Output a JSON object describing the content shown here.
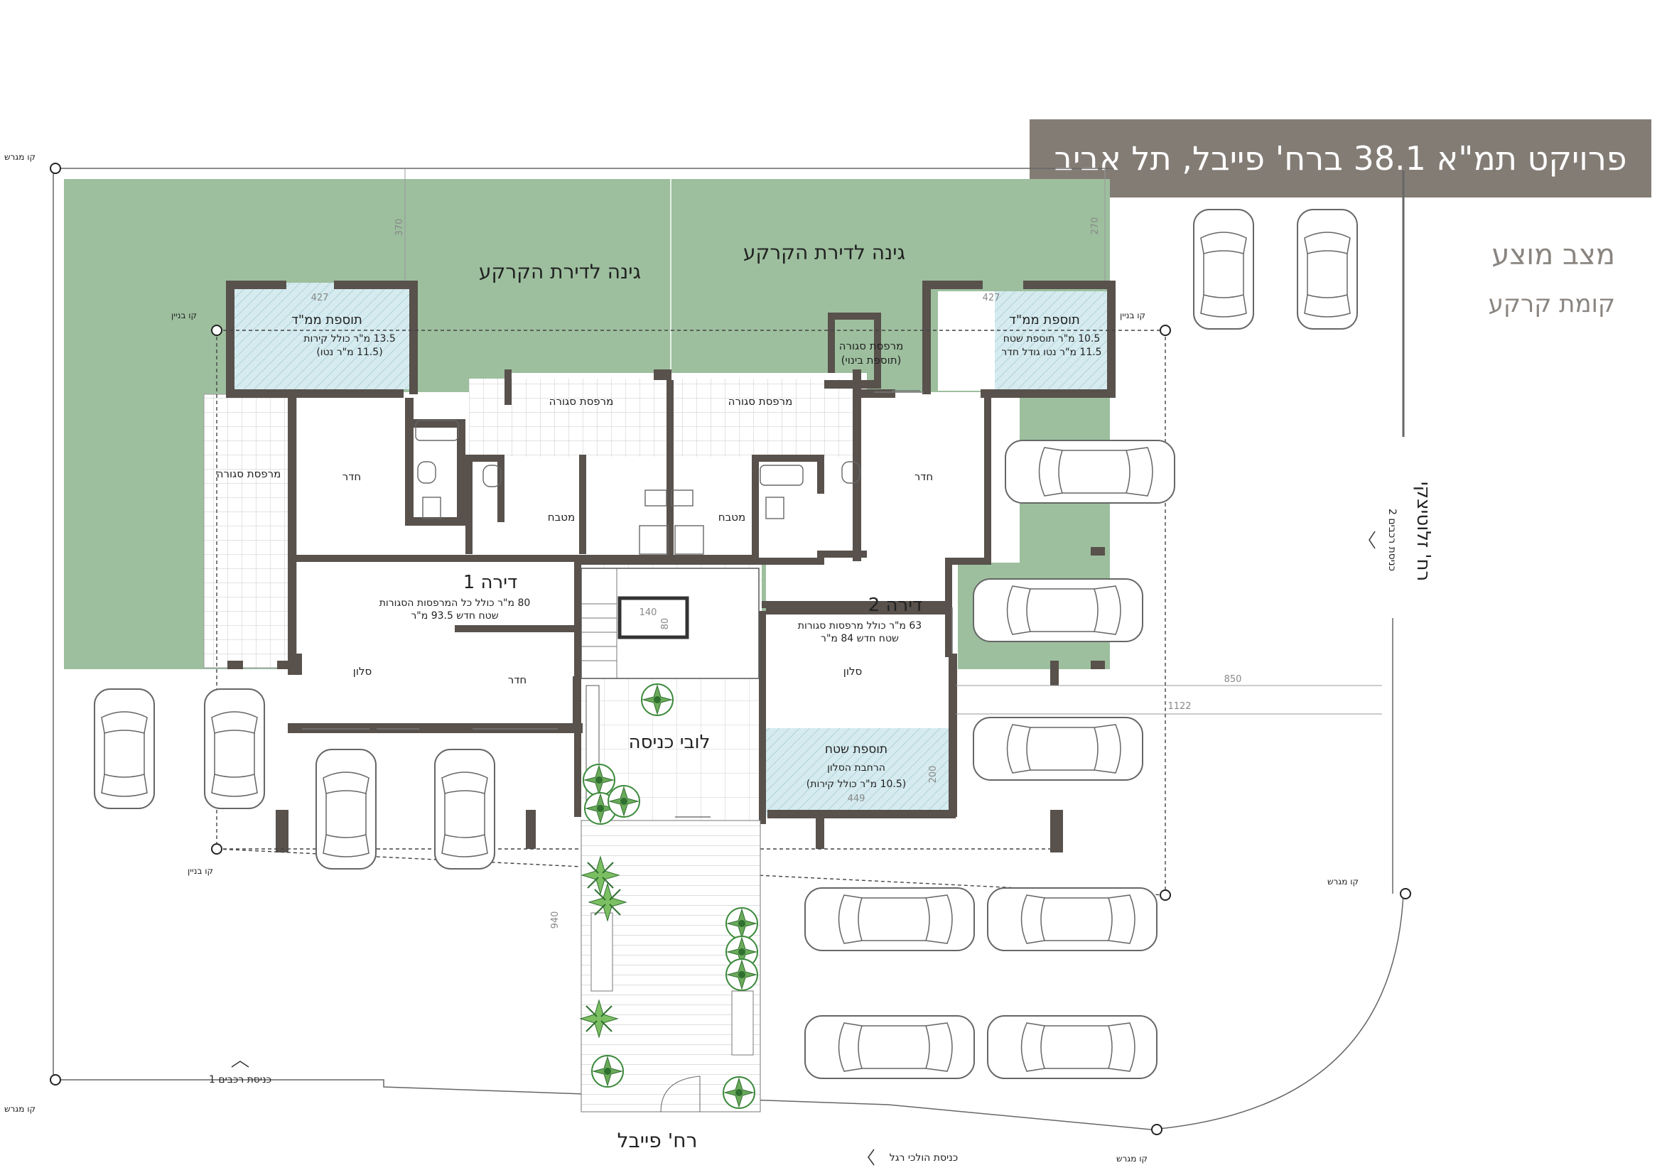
{
  "title": "פרויקט תמ\"א 38.1 ברח' פייבל, תל אביב",
  "heading": "מצב מוצע",
  "subheading": "קומת קרקע",
  "colors": {
    "title_bg": "#837c75",
    "garden": "#9dbf9e",
    "wall": "#58514c",
    "hatch": "#d6ebef",
    "heading_text": "#8a8580"
  },
  "gardens": [
    "גינה לדירת הקרקע",
    "גינה לדירת הקרקע"
  ],
  "apartments": {
    "apt1": {
      "name": "דירה 1",
      "area": "80 מ\"ר כולל כל המרפסות הסגורות",
      "new_area": "שטח חדש 93.5 מ\"ר"
    },
    "apt2": {
      "name": "דירה 2",
      "area": "63 מ\"ר כולל מרפסות סגורות",
      "new_area": "שטח חדש 84 מ\"ר"
    }
  },
  "rooms": {
    "room": "חדר",
    "kitchen": "מטבח",
    "living": "סלון",
    "closed_balcony": "מרפסת סגורה",
    "closed_balcony_build": "מרפסת סגורה",
    "build_addition": "(תוספת בינוי)",
    "lobby": "לובי כניסה"
  },
  "additions": {
    "mamad_left": {
      "title": "תוספת ממ\"ד",
      "line1": "13.5 מ\"ר כולל קירות",
      "line2": "(11.5 מ\"ר נטו)"
    },
    "mamad_right": {
      "title": "תוספת ממ\"ד",
      "line1": "10.5 מ\"ר תוספת שטח",
      "line2": "11.5 מ\"ר נטו גודל חדר"
    },
    "living_ext": {
      "title": "תוספת שטח",
      "line1": "הרחבת הסלון",
      "line2": "(10.5 מ\"ר כולל קירות)"
    }
  },
  "lines": {
    "plot_line": "קו מגרש",
    "building_line": "קו בניין"
  },
  "streets": {
    "feibel": "רח' פייבל",
    "zlotitsky": "רח' זלוטיצקי"
  },
  "entrances": {
    "vehicles_1": "כניסת רכבים 1",
    "vehicles_2": "כניסת רכבים 2",
    "pedestrians": "כניסת הולכי רגל"
  },
  "dimensions": {
    "d427a": "427",
    "d427b": "427",
    "d370": "370",
    "d270": "270",
    "d140": "140",
    "d80": "80",
    "d850": "850",
    "d1122": "1122",
    "d449": "449",
    "d200": "200",
    "d940": "940"
  }
}
